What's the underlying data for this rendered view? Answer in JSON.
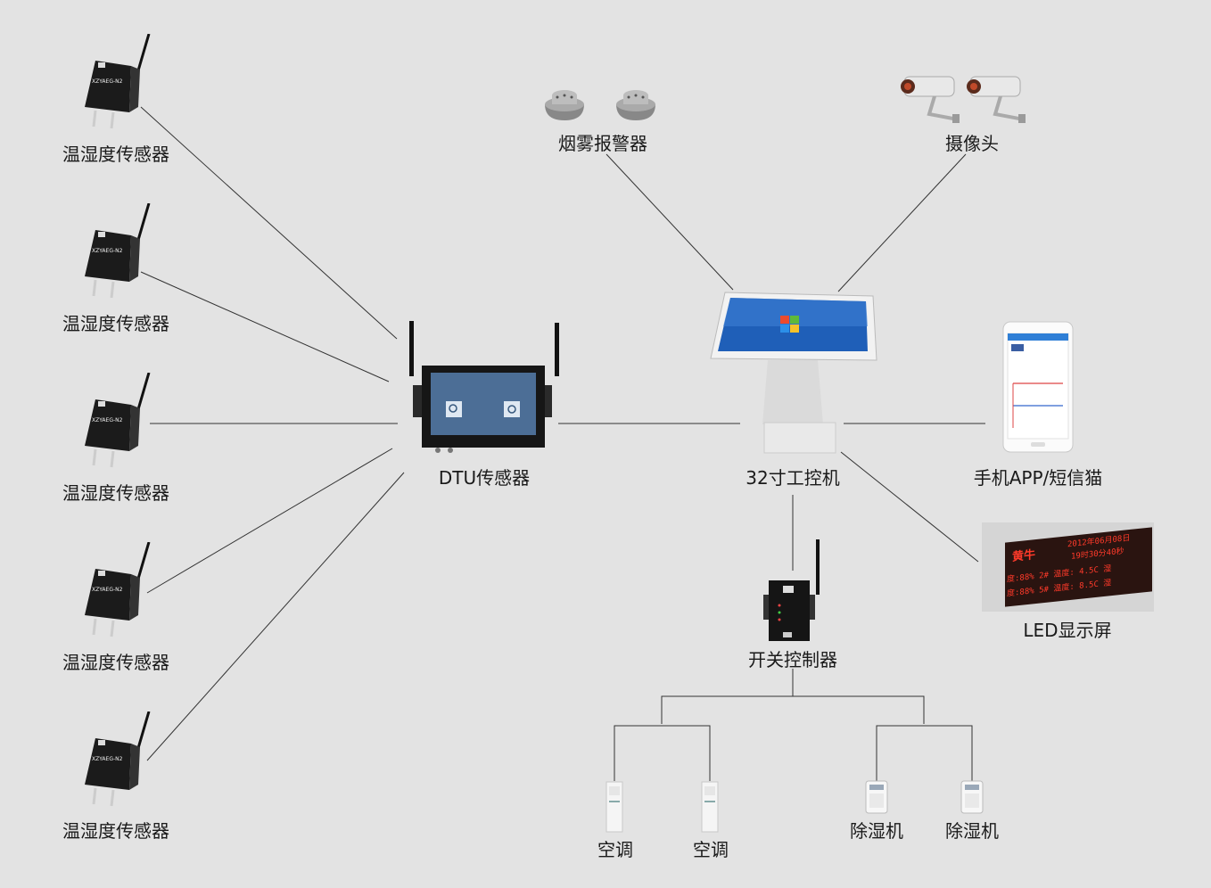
{
  "sensor_label": "温湿度传感器",
  "dtu_label": "DTU传感器",
  "smoke_label": "烟雾报警器",
  "camera_label": "摄像头",
  "ipc_label": "32寸工控机",
  "phone_label": "手机APP/短信猫",
  "led_label": "LED显示屏",
  "switch_label": "开关控制器",
  "ac_label": "空调",
  "dehumid_label": "除湿机",
  "sensor_model": "XZYAEG-N2",
  "led_screen": {
    "brand": "黄牛",
    "date": "2012年06月08日",
    "time": "19时30分40秒",
    "row1": "度:88%  2#  温度: 4.5C  湿",
    "row2": "度:88%  5#  温度: 8.5C  湿"
  },
  "colors": {
    "background": "#e3e3e3",
    "line": "#333333",
    "led_text": "#ff3a2a"
  }
}
